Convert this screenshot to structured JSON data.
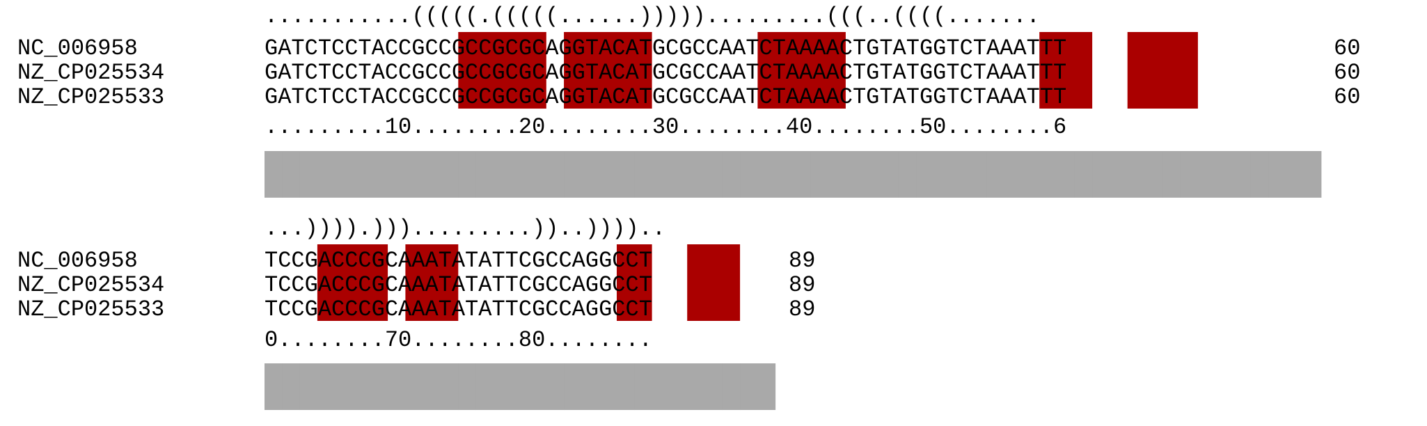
{
  "colors": {
    "pair_highlight": "#aa0000",
    "conservation_bar": "#a9a9a9",
    "text": "#000000",
    "background": "#ffffff"
  },
  "blocks": [
    {
      "structure": "...........(((((.(((((......))))).........(((..((((.......",
      "sequences": [
        {
          "name": "NC_006958",
          "seq": "GATCTCCTACCGCCGCCGCGCAGGTACATGCGCCAATCTAAAACTGTATGGTCTAAATTT",
          "end": "60"
        },
        {
          "name": "NZ_CP025534",
          "seq": "GATCTCCTACCGCCGCCGCGCAGGTACATGCGCCAATCTAAAACTGTATGGTCTAAATTT",
          "end": "60"
        },
        {
          "name": "NZ_CP025533",
          "seq": "GATCTCCTACCGCCGCCGCGCAGGTACATGCGCCAATCTAAAACTGTATGGTCTAAATTT",
          "end": "60"
        }
      ],
      "ruler": ".........10........20........30........40........50........6",
      "conservation": [
        1,
        1,
        1,
        1,
        1,
        1,
        1,
        1,
        1,
        1,
        1,
        1,
        1,
        1,
        1,
        1,
        1,
        1,
        1,
        1,
        1,
        1,
        1,
        1,
        1,
        1,
        1,
        1,
        1,
        1,
        1,
        1,
        1,
        1,
        1,
        1,
        1,
        1,
        1,
        1,
        1,
        1,
        1,
        1,
        1,
        1,
        1,
        1,
        1,
        1,
        1,
        1,
        1,
        1,
        1,
        1,
        1,
        1,
        1,
        1
      ],
      "highlights": [
        [
          11,
          15
        ],
        [
          17,
          21
        ],
        [
          28,
          32
        ],
        [
          44,
          46
        ],
        [
          49,
          52
        ]
      ]
    },
    {
      "structure": "...)))).))).........))..))))..",
      "sequences": [
        {
          "name": "NC_006958",
          "seq": "TCCGACCCGCAAATATATTCGCCAGGCCT",
          "end": "89"
        },
        {
          "name": "NZ_CP025534",
          "seq": "TCCGACCCGCAAATATATTCGCCAGGCCT",
          "end": "89"
        },
        {
          "name": "NZ_CP025533",
          "seq": "TCCGACCCGCAAATATATTCGCCAGGCCT",
          "end": "89"
        }
      ],
      "ruler": "0........70........80........",
      "conservation": [
        1,
        1,
        1,
        1,
        1,
        1,
        1,
        1,
        1,
        1,
        1,
        1,
        1,
        1,
        1,
        1,
        1,
        1,
        1,
        1,
        1,
        1,
        1,
        1,
        1,
        1,
        1,
        1,
        1
      ],
      "highlights": [
        [
          3,
          6
        ],
        [
          8,
          10
        ],
        [
          20,
          21
        ],
        [
          24,
          26
        ]
      ]
    }
  ]
}
